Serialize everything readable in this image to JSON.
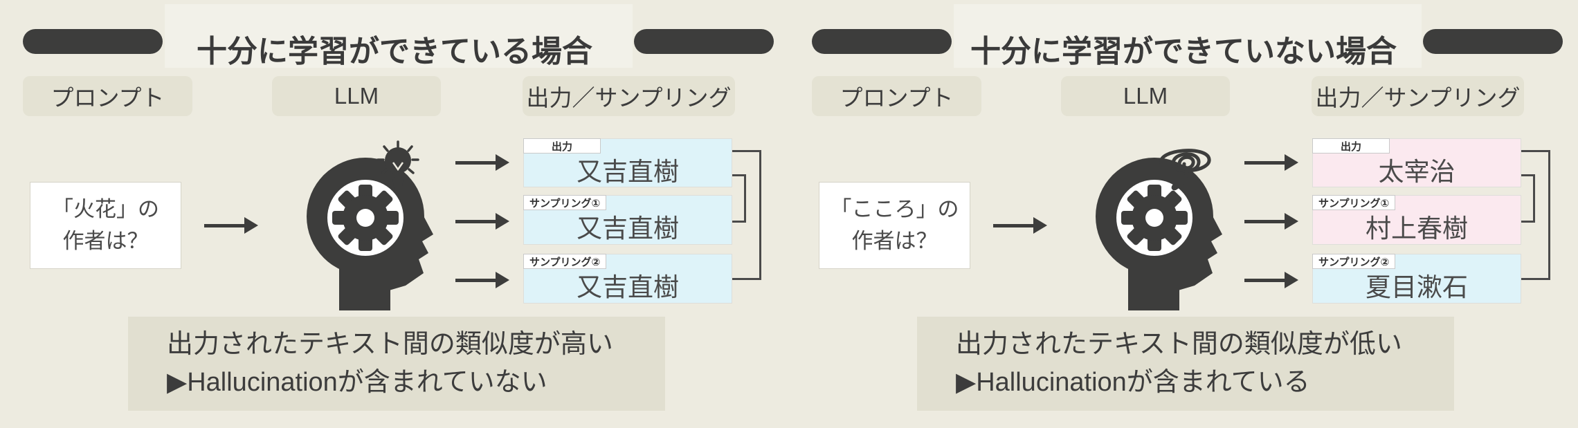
{
  "colors": {
    "background": "#edebe0",
    "dark_accent": "#3d3d3c",
    "stage_label_bg": "#e4e2d3",
    "summary_bg": "#e1dfd0",
    "output_consistent_bg": "#def3f9",
    "output_inconsistent_bg": "#fbe9ef",
    "prompt_box_bg": "#ffffff"
  },
  "icons": {
    "llm": "head-with-gear-icon",
    "well_trained_state": "lightbulb-icon",
    "insufficient_state": "confusion-swirl-icon",
    "flow": "arrow-right-icon"
  },
  "panels": [
    {
      "id": "well-trained",
      "title": "十分に学習ができている場合",
      "stages": [
        {
          "label": "プロンプト"
        },
        {
          "label": "LLM"
        },
        {
          "label": "出力／サンプリング"
        }
      ],
      "prompt": {
        "line1": "「火花」の",
        "line2": "作者は？"
      },
      "state_icon": "lightbulb-icon",
      "outputs": [
        {
          "tag": "出力",
          "text": "又吉直樹",
          "bg": "#def3f9"
        },
        {
          "tag": "サンプリング①",
          "text": "又吉直樹",
          "bg": "#def3f9"
        },
        {
          "tag": "サンプリング②",
          "text": "又吉直樹",
          "bg": "#def3f9"
        }
      ],
      "summary": {
        "line1": "出力されたテキスト間の類似度が高い",
        "line2": "▶Hallucinationが含まれていない"
      }
    },
    {
      "id": "insufficiently-trained",
      "title": "十分に学習ができていない場合",
      "stages": [
        {
          "label": "プロンプト"
        },
        {
          "label": "LLM"
        },
        {
          "label": "出力／サンプリング"
        }
      ],
      "prompt": {
        "line1": "「こころ」の",
        "line2": "作者は？"
      },
      "state_icon": "confusion-swirl-icon",
      "outputs": [
        {
          "tag": "出力",
          "text": "太宰治",
          "bg": "#fbe9ef"
        },
        {
          "tag": "サンプリング①",
          "text": "村上春樹",
          "bg": "#fbe9ef"
        },
        {
          "tag": "サンプリング②",
          "text": "夏目漱石",
          "bg": "#def3f9"
        }
      ],
      "summary": {
        "line1": "出力されたテキスト間の類似度が低い",
        "line2": "▶Hallucinationが含まれている"
      }
    }
  ]
}
